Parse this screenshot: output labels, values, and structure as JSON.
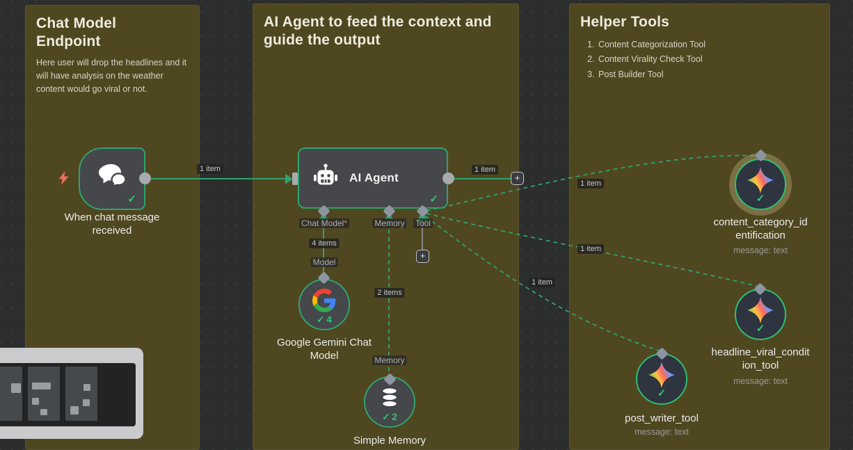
{
  "colors": {
    "canvas_bg": "#2c2d2d",
    "canvas_dot": "#3f4040",
    "sticky_bg": "#4f4720",
    "accent_green": "#2fa36e",
    "success_green": "#2fc874",
    "node_bg": "#45474a",
    "tool_node_bg": "#2e3440",
    "connector_gray": "#8e95a2",
    "port_gray": "#a7aaae",
    "trigger_bolt": "#ee6e5e",
    "minimap_bg": "#c9cbcd"
  },
  "icons": {
    "check": "✓",
    "plus": "+"
  },
  "stickies": {
    "chat_model": {
      "title": "Chat Model\nEndpoint",
      "body": "Here user will drop the headlines and it will have analysis on the weather content would go viral or not."
    },
    "agent": {
      "title": "AI Agent to feed the context and\nguide the output"
    },
    "helper": {
      "title": "Helper Tools",
      "items": [
        "Content Categorization Tool",
        "Content Virality Check Tool",
        "Post Builder Tool"
      ]
    }
  },
  "nodes": {
    "trigger": {
      "label": "When chat message\nreceived"
    },
    "agent": {
      "label": "AI Agent"
    },
    "gemini": {
      "label": "Google Gemini Chat\nModel",
      "count": "4"
    },
    "memory": {
      "label": "Simple Memory",
      "count": "2"
    },
    "tool_category": {
      "label": "content_category_id\nentification",
      "sub": "message: text"
    },
    "tool_viral": {
      "label": "headline_viral_condit\nion_tool",
      "sub": "message: text"
    },
    "tool_writer": {
      "label": "post_writer_tool",
      "sub": "message: text"
    }
  },
  "ports": {
    "chat_model": "Chat Model",
    "required_mark": "*",
    "memory": "Memory",
    "tool": "Tool",
    "model": "Model",
    "memory_in": "Memory"
  },
  "connections": {
    "trigger_agent": "1 item",
    "agent_out": "1 item",
    "chat_model_items": "4 items",
    "memory_items": "2 items",
    "tool_category": "1 item",
    "tool_viral": "1 item",
    "tool_writer": "1 item"
  }
}
